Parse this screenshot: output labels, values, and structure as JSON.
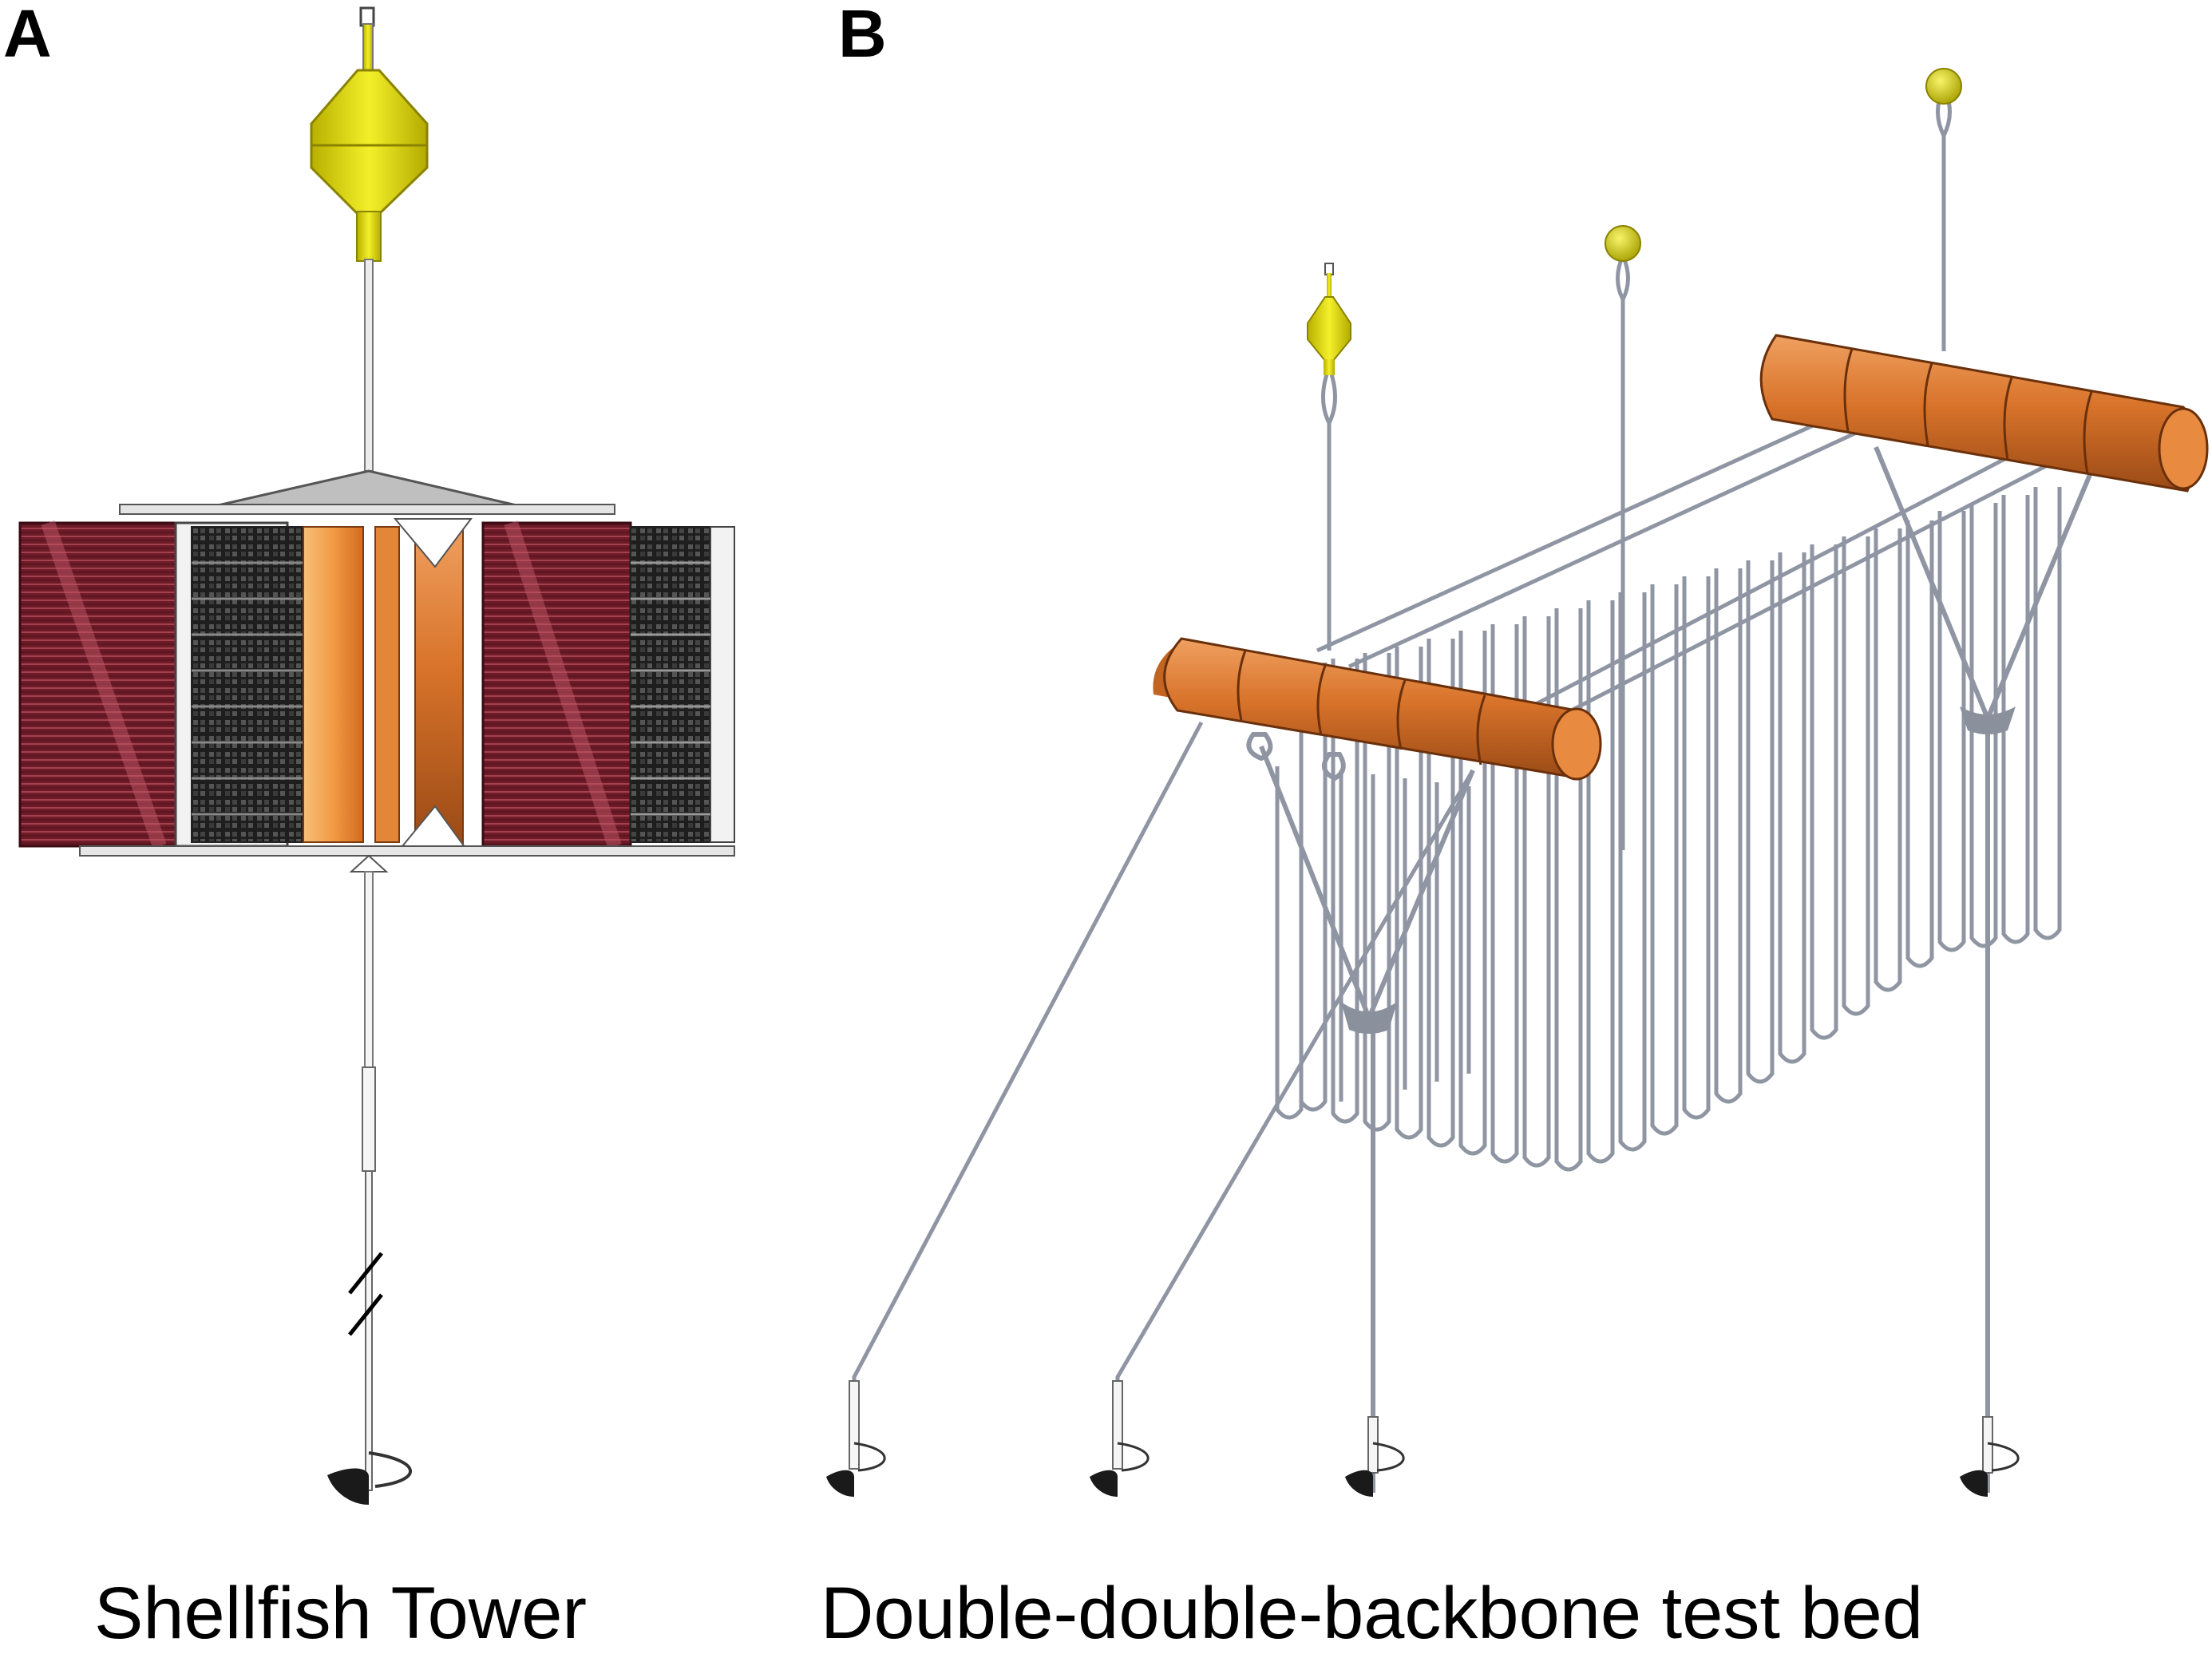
{
  "panels": [
    {
      "letter": "A",
      "caption": "Shellfish Tower"
    },
    {
      "letter": "B",
      "caption": "Double-double-backbone test bed"
    }
  ],
  "colors": {
    "buoy_yellow": "#e8e000",
    "float_orange": "#d8732a",
    "cage_maroon": "#7a1f2c",
    "wire_gray": "#8f95a3",
    "frame_gray": "#b8bcc4",
    "dark_gray": "#2b2b2b"
  },
  "icons": {
    "tower_buoy": "yellow-buoy-icon",
    "anchor": "helical-screw-anchor-icon",
    "break_marker": "double-slash-break-icon",
    "float": "orange-cylinder-float-icon"
  }
}
